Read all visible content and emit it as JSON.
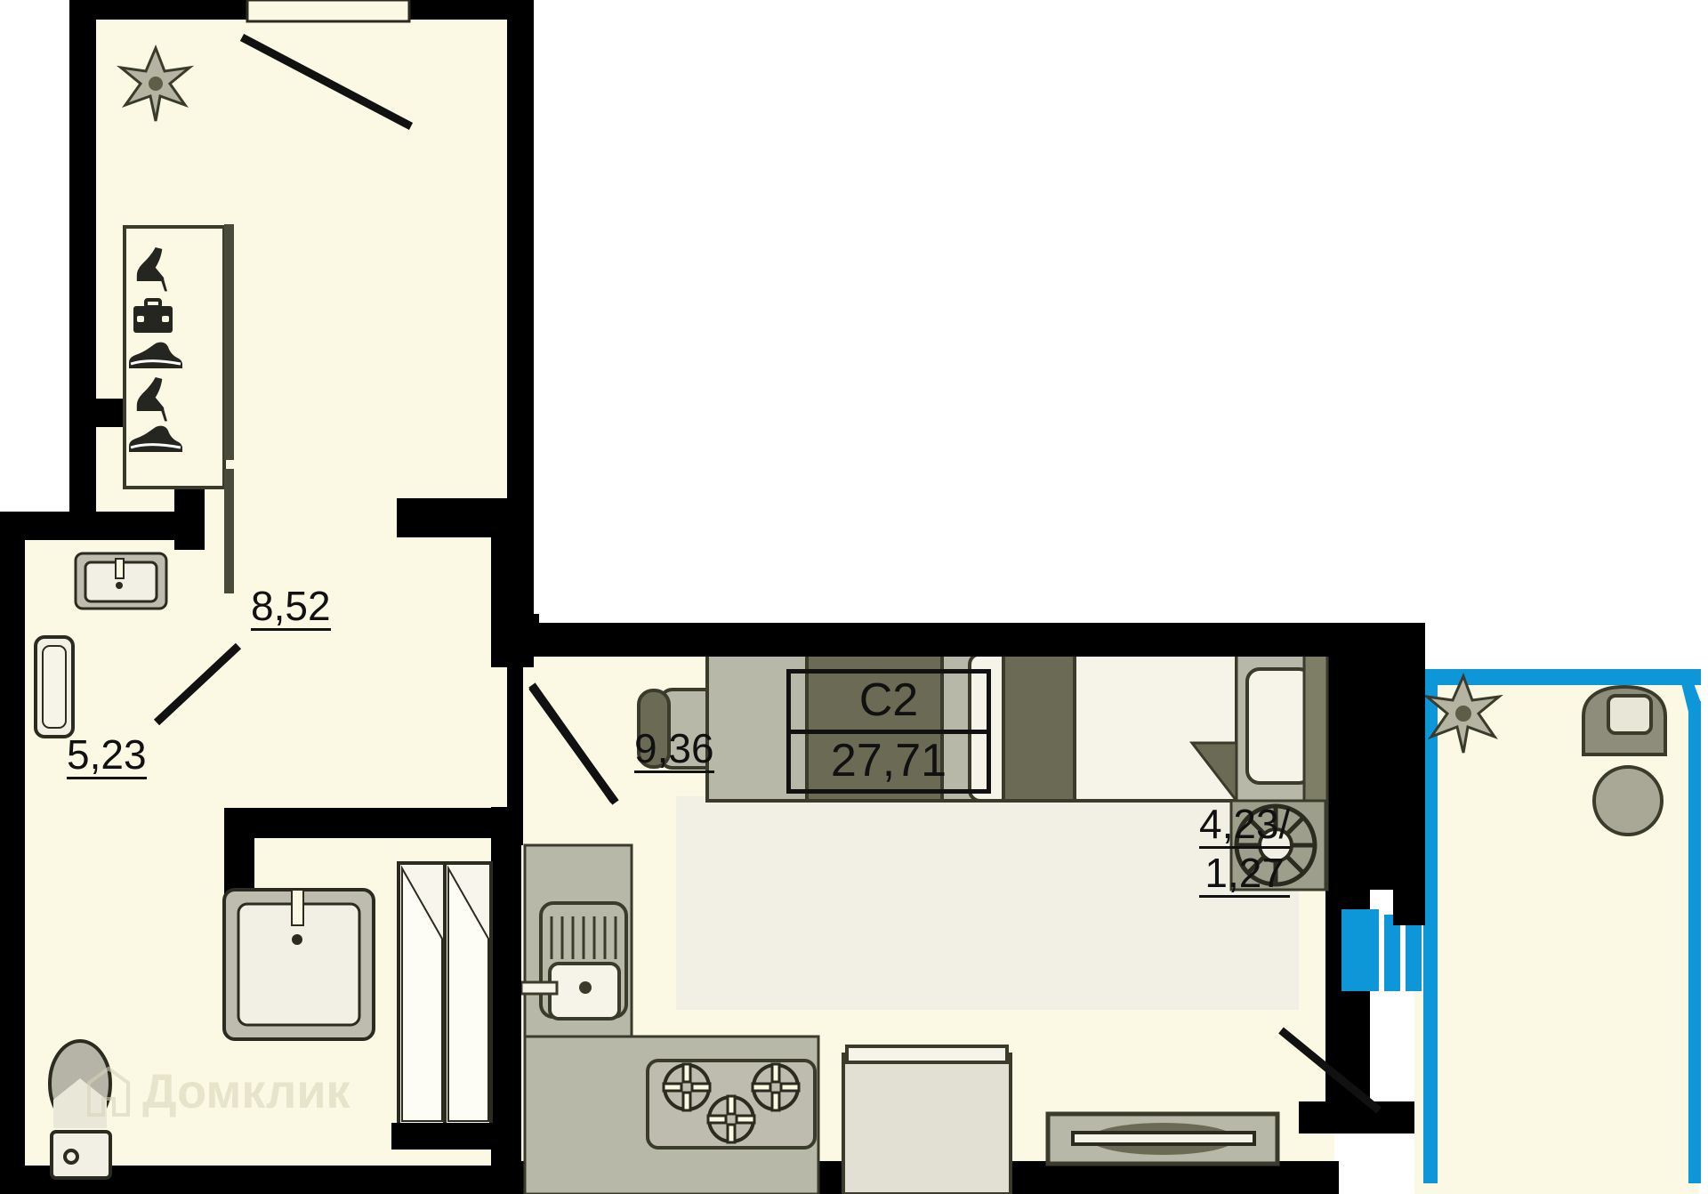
{
  "plan": {
    "type": "apartment-floor-plan",
    "unit_code": "С2",
    "total_area": "27,71",
    "watermark": "Домклик",
    "colors": {
      "wall": "#000000",
      "floor_cream": "#fbf8e3",
      "floor_light": "#f2f0e4",
      "floor_gray": "#d7d6cb",
      "furniture_light": "#b8b8a8",
      "furniture_dark": "#6b6b55",
      "window_blue": "#0d96d8",
      "text": "#111111",
      "watermark": "#d7d4ba"
    },
    "rooms": [
      {
        "name": "hallway",
        "label": "8,52",
        "unit": "m2"
      },
      {
        "name": "bathroom",
        "label": "5,23",
        "unit": "m2"
      },
      {
        "name": "living-kitchen",
        "label": "9,36",
        "unit": "m2"
      },
      {
        "name": "balcony",
        "label_top": "4,23/",
        "label_bottom": "1,27",
        "unit": "m2"
      }
    ],
    "code_box": {
      "code": "С2",
      "area": "27,71"
    },
    "fixtures": [
      "shoe-rack-icons",
      "washbasin-small",
      "bathtub",
      "washbasin-large",
      "toilet",
      "kitchen-sink",
      "gas-stove-3-burner",
      "refrigerator",
      "sofa",
      "bed",
      "wardrobe",
      "round-stool",
      "tv-console",
      "plant",
      "balcony-plant",
      "balcony-chair",
      "balcony-table"
    ],
    "closet_icons": [
      "high-heel",
      "briefcase",
      "sneaker",
      "high-heel",
      "sneaker"
    ]
  }
}
